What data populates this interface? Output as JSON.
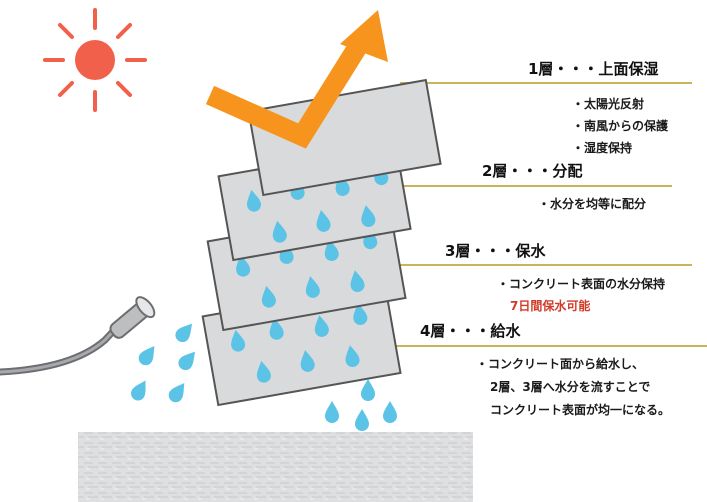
{
  "layers": [
    {
      "title": "1層・・・上面保湿",
      "bullets": [
        "・太陽光反射",
        "・南風からの保護",
        "・湿度保持"
      ]
    },
    {
      "title": "2層・・・分配",
      "bullets": [
        "・水分を均等に配分"
      ]
    },
    {
      "title": "3層・・・保水",
      "bullets": [
        "・コンクリート表面の水分保持"
      ],
      "highlight": "7日間保水可能"
    },
    {
      "title": "4層・・・給水",
      "bullets": [
        "・コンクリート面から給水し、",
        "2層、3層へ水分を流すことで",
        "コンクリート表面が均一になる。"
      ]
    }
  ],
  "colors": {
    "sun": "#f0604a",
    "arrow": "#f7941d",
    "water": "#5bc3e6",
    "leader": "#c8b45a",
    "panel": "#d9dadc",
    "highlight": "#d23a2a"
  },
  "icons": [
    "sun-icon",
    "arrow-icon",
    "shower-icon",
    "water-drop-icon",
    "concrete-texture"
  ]
}
